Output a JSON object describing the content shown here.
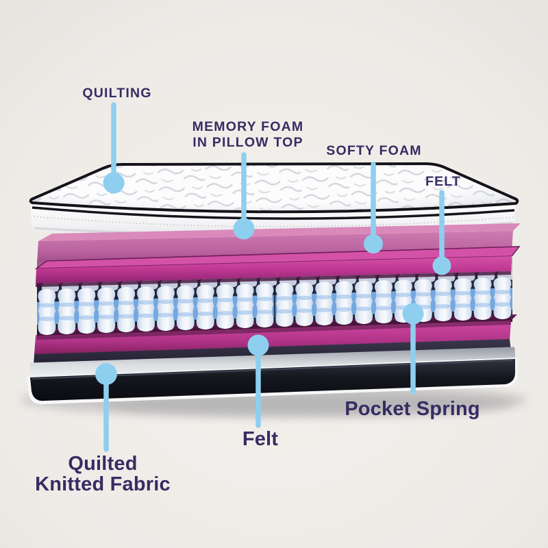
{
  "title": "Mattress layers cutaway diagram",
  "colors": {
    "accent_blue": "#8ecfef",
    "label_color": "#362c63",
    "background": "#eeebe7",
    "softy_foam_pink": "#c372a8",
    "felt_magenta": "#c23a95",
    "pocket_spring_white": "#eef3f9",
    "pocket_spring_blue": "#74a8e0",
    "base_black": "#14161d",
    "piping_black": "#15121a"
  },
  "labels": {
    "quilting": {
      "text": "QUILTING"
    },
    "memory_foam": {
      "line1": "MEMORY FOAM",
      "line2": "IN PILLOW TOP"
    },
    "softy_foam": {
      "text": "SOFTY FOAM"
    },
    "felt_top": {
      "text": "FELT"
    },
    "pocket_spring": {
      "text": "Pocket Spring"
    },
    "felt_bottom": {
      "text": "Felt"
    },
    "quilted_knitted_fabric": {
      "line1": "Quilted",
      "line2": "Knitted Fabric"
    }
  }
}
